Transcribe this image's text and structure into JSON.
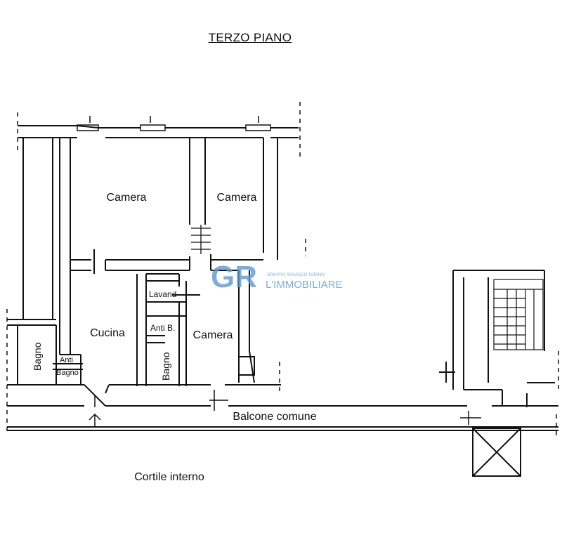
{
  "floor_title": "TERZO PIANO",
  "rooms": {
    "camera_left": "Camera",
    "camera_right": "Camera",
    "lavand": "Lavand",
    "cucina": "Cucina",
    "anti_b": "Anti B.",
    "camera_small": "Camera",
    "bagno_left": "Bagno",
    "anti_bagno_1": "Anti",
    "anti_bagno_2": "Bagno",
    "bagno_center": "Bagno"
  },
  "outside": {
    "balcone": "Balcone comune",
    "cortile": "Cortile interno"
  },
  "watermark": {
    "logo_text": "GR",
    "tagline": "GRUPPO RASASCO TORINO",
    "name": "L'IMMOBILIARE",
    "color": "#5b9bd5"
  },
  "icons": [
    "north-arrow-icon",
    "stair-icon",
    "elevator-shaft-icon",
    "door-swing-icon"
  ]
}
